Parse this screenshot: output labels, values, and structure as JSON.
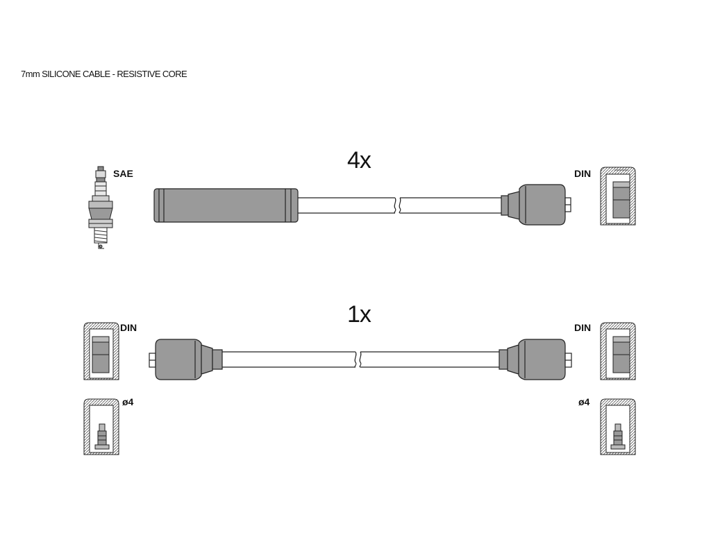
{
  "header": {
    "title": "7mm SILICONE CABLE - RESISTIVE CORE"
  },
  "cables": [
    {
      "quantity": "4x",
      "end_left": "SAE",
      "end_right": "DIN"
    },
    {
      "quantity": "1x",
      "end_left": "DIN",
      "end_right": "DIN",
      "alt_left": "ø4",
      "alt_right": "ø4"
    }
  ],
  "colors": {
    "boot_fill": "#9a9a9a",
    "line": "#222222",
    "background": "#ffffff"
  }
}
